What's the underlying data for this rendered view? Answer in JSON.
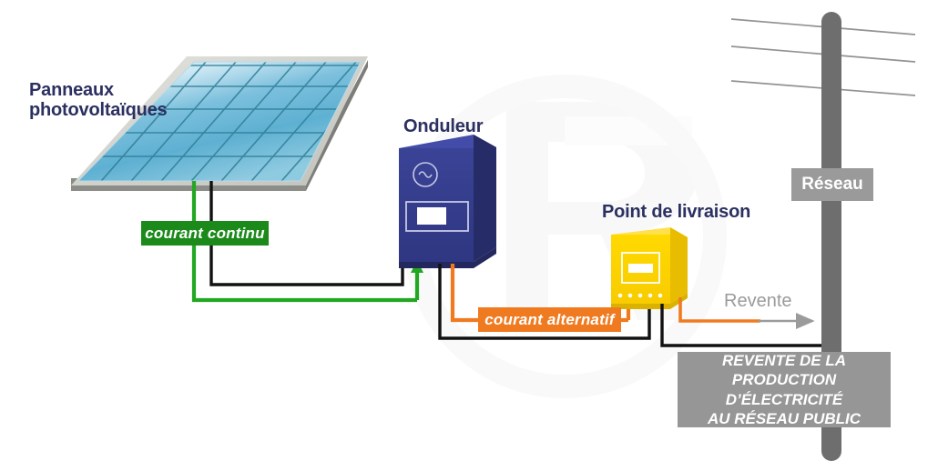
{
  "diagram": {
    "title": "Revente de la production d'électricité au réseau public",
    "background_color": "#ffffff"
  },
  "labels": {
    "panels": "Panneaux\nphotovoltaïques",
    "inverter": "Onduleur",
    "delivery_point": "Point de livraison",
    "grid": "Réseau",
    "resale_word": "Revente"
  },
  "flows": {
    "dc": {
      "label": "courant continu",
      "color": "#1b8a1b"
    },
    "ac": {
      "label": "courant alternatif",
      "color": "#f07a20"
    },
    "resale": {
      "label": "Revente",
      "color": "#9b9b9b"
    }
  },
  "callout": {
    "line1": "REVENTE DE LA PRODUCTION",
    "line2": "D’ÉLECTRICITÉ",
    "line3": "AU RÉSEAU PUBLIC",
    "background_color": "#969696",
    "text_color": "#ffffff"
  },
  "devices": {
    "solar_panel": {
      "name": "Panneaux photovoltaïques",
      "frame_color": "#d9d9d4",
      "frame_edge_color": "#8c8c88",
      "cell_color_light": "#cfe7f2",
      "cell_color_dark": "#4fa8c8",
      "grid_line_color": "#2f7d96"
    },
    "inverter": {
      "name": "Onduleur",
      "face_color": "#343c8e",
      "side_color": "#262c68",
      "top_color": "#3e47a0",
      "symbol": "ac-sine-icon",
      "display_color": "#ffffff"
    },
    "meter": {
      "name": "Point de livraison",
      "face_color": "#ffd500",
      "side_color": "#e8bc00",
      "top_color": "#ffe14d",
      "indicator_count": 5,
      "indicator_color": "#ffffff"
    },
    "utility_pole": {
      "name": "Réseau",
      "pole_color": "#6e6e6e",
      "wire_color": "#6e6e6e",
      "wire_count": 3,
      "sign_color": "#9a9a9a"
    }
  },
  "colors": {
    "navy_text": "#2b3060",
    "green": "#1b8a1b",
    "orange": "#f07a20",
    "gray": "#9b9b9b",
    "black_cable": "#111111"
  }
}
